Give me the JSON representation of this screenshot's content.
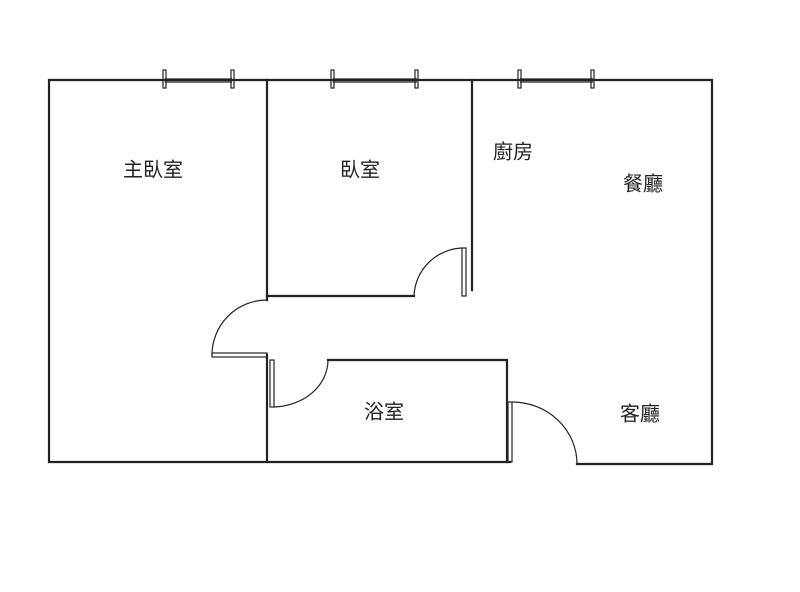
{
  "rooms": {
    "master_bedroom": "主臥室",
    "bedroom": "臥室",
    "kitchen": "廚房",
    "dining_room": "餐廳",
    "bathroom": "浴室",
    "living_room": "客廳"
  },
  "colors": {
    "wall": "#222222",
    "background": "#ffffff"
  }
}
